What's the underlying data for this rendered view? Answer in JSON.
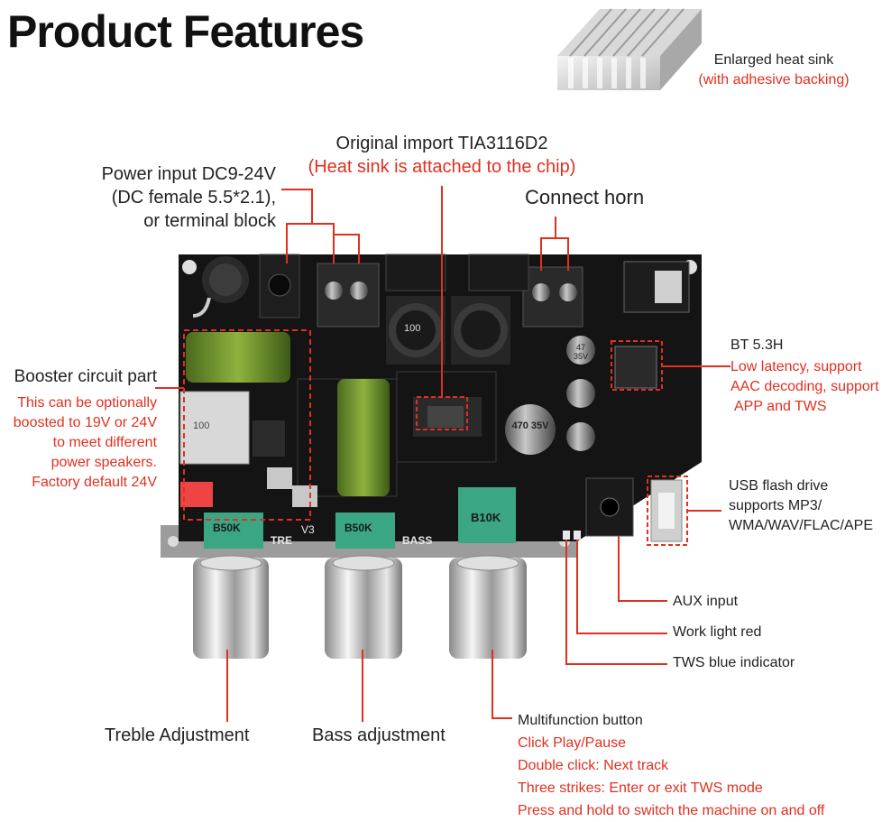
{
  "header": {
    "title": "Product Features"
  },
  "heatsink": {
    "line1": "Enlarged heat sink",
    "line2": "(with adhesive backing)"
  },
  "chip": {
    "line1": "Original import TIA3116D2",
    "line2": "(Heat sink is attached to the chip)"
  },
  "power": {
    "line1": "Power input DC9-24V",
    "line2": "(DC female 5.5*2.1),",
    "line3": "or terminal block"
  },
  "horn": {
    "label": "Connect horn"
  },
  "booster": {
    "title": "Booster circuit part",
    "lines": [
      "This can be optionally",
      "boosted to 19V or 24V",
      "to meet different",
      "power speakers.",
      "Factory default 24V"
    ]
  },
  "bt": {
    "title": "BT 5.3H",
    "lines": [
      "Low latency, support",
      "AAC decoding, support",
      "APP and TWS"
    ]
  },
  "usb": {
    "lines": [
      "USB flash drive",
      "supports MP3/",
      "WMA/WAV/FLAC/APE"
    ]
  },
  "aux": {
    "label": "AUX input"
  },
  "work_light": {
    "label": "Work light red"
  },
  "tws_indicator": {
    "label": "TWS blue indicator"
  },
  "treble": {
    "label": "Treble Adjustment"
  },
  "bass": {
    "label": "Bass adjustment"
  },
  "multifunction": {
    "title": "Multifunction button",
    "lines": [
      "Click Play/Pause",
      "Double click: Next track",
      "Three strikes: Enter or exit TWS mode",
      "Press and hold to switch the machine on and off"
    ]
  },
  "board": {
    "pot_treble": "B50K",
    "pot_bass": "B50K",
    "pot_volume": "B10K",
    "silk_tre": "TRE",
    "silk_bass": "BASS",
    "silk_v3": "V3",
    "cap_large": "470 35V",
    "cap_small": "47 35V",
    "inductor": "100"
  },
  "colors": {
    "accent_red": "#e03020",
    "board": "#141414",
    "silk": "#e8e8e8",
    "pot_green": "#3aa684"
  }
}
